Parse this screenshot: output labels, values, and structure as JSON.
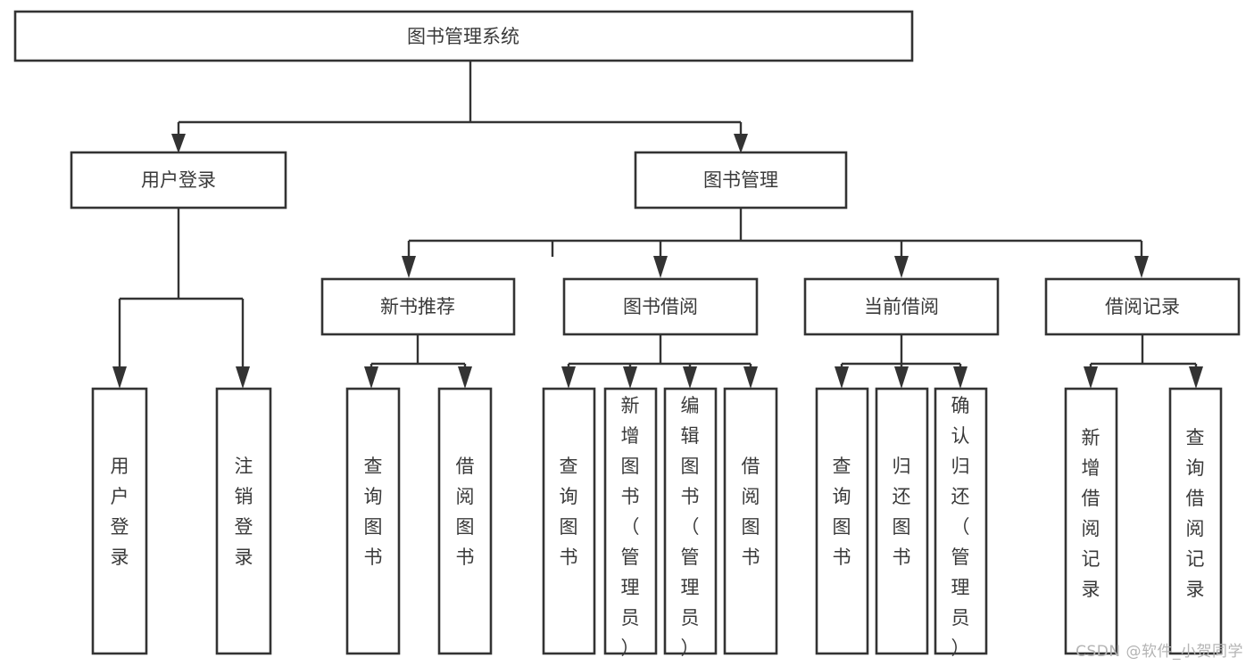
{
  "diagram": {
    "type": "tree",
    "title": "图书管理系统",
    "watermark": "CSDN @软件_小贺同学",
    "colors": {
      "box_stroke": "#333333",
      "box_fill": "#ffffff",
      "text": "#3a3a3a",
      "connector": "#333333",
      "background": "#ffffff",
      "watermark": "#b4b4b4"
    },
    "levels": {
      "root": "图书管理系统",
      "level2": [
        "用户登录",
        "图书管理"
      ],
      "level3": [
        "新书推荐",
        "图书借阅",
        "当前借阅",
        "借阅记录"
      ]
    },
    "nodes": {
      "root": {
        "label": "图书管理系统",
        "orientation": "horizontal"
      },
      "n_user_login": {
        "label": "用户登录",
        "orientation": "horizontal"
      },
      "n_book_mgmt": {
        "label": "图书管理",
        "orientation": "horizontal"
      },
      "n_new_book": {
        "label": "新书推荐",
        "orientation": "horizontal"
      },
      "n_borrow": {
        "label": "图书借阅",
        "orientation": "horizontal"
      },
      "n_current": {
        "label": "当前借阅",
        "orientation": "horizontal"
      },
      "n_records": {
        "label": "借阅记录",
        "orientation": "horizontal"
      },
      "l_user_login": {
        "label": "用户登录",
        "orientation": "vertical"
      },
      "l_logout": {
        "label": "注销登录",
        "orientation": "vertical"
      },
      "l_query_book_1": {
        "label": "查询图书",
        "orientation": "vertical"
      },
      "l_borrow_book_1": {
        "label": "借阅图书",
        "orientation": "vertical"
      },
      "l_query_book_2": {
        "label": "查询图书",
        "orientation": "vertical"
      },
      "l_add_book": {
        "label": "新增图书（管理员）",
        "orientation": "vertical"
      },
      "l_edit_book": {
        "label": "编辑图书（管理员）",
        "orientation": "vertical"
      },
      "l_borrow_book_2": {
        "label": "借阅图书",
        "orientation": "vertical"
      },
      "l_query_book_3": {
        "label": "查询图书",
        "orientation": "vertical"
      },
      "l_return_book": {
        "label": "归还图书",
        "orientation": "vertical"
      },
      "l_confirm_return": {
        "label": "确认归还（管理员）",
        "orientation": "vertical"
      },
      "l_add_record": {
        "label": "新增借阅记录",
        "orientation": "vertical"
      },
      "l_query_record": {
        "label": "查询借阅记录",
        "orientation": "vertical"
      }
    },
    "edges": [
      {
        "from": "root",
        "to": "n_user_login"
      },
      {
        "from": "root",
        "to": "n_book_mgmt"
      },
      {
        "from": "n_user_login",
        "to": "l_user_login"
      },
      {
        "from": "n_user_login",
        "to": "l_logout"
      },
      {
        "from": "n_book_mgmt",
        "to": "n_new_book"
      },
      {
        "from": "n_book_mgmt",
        "to": "n_borrow"
      },
      {
        "from": "n_book_mgmt",
        "to": "n_current"
      },
      {
        "from": "n_book_mgmt",
        "to": "n_records"
      },
      {
        "from": "n_new_book",
        "to": "l_query_book_1"
      },
      {
        "from": "n_new_book",
        "to": "l_borrow_book_1"
      },
      {
        "from": "n_borrow",
        "to": "l_query_book_2"
      },
      {
        "from": "n_borrow",
        "to": "l_add_book"
      },
      {
        "from": "n_borrow",
        "to": "l_edit_book"
      },
      {
        "from": "n_borrow",
        "to": "l_borrow_book_2"
      },
      {
        "from": "n_current",
        "to": "l_query_book_3"
      },
      {
        "from": "n_current",
        "to": "l_return_book"
      },
      {
        "from": "n_current",
        "to": "l_confirm_return"
      },
      {
        "from": "n_records",
        "to": "l_add_record"
      },
      {
        "from": "n_records",
        "to": "l_query_record"
      }
    ]
  }
}
